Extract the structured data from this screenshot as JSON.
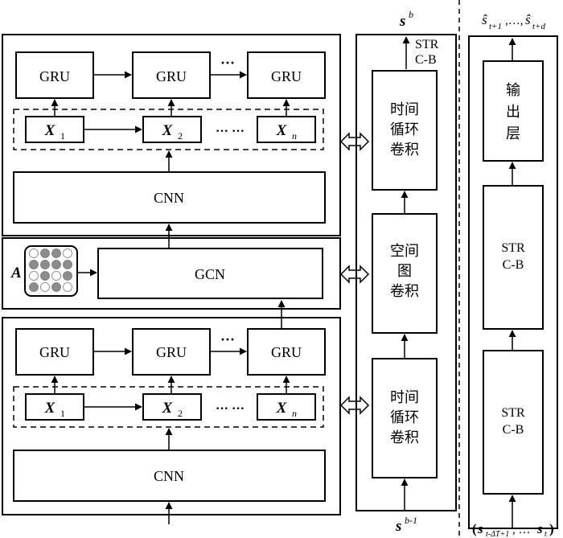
{
  "top_block": {
    "gru_labels": [
      "GRU",
      "GRU",
      "GRU"
    ],
    "gru_ellipsis": "···",
    "x_labels": [
      {
        "base": "X",
        "sub": "1"
      },
      {
        "base": "X",
        "sub": "2"
      },
      {
        "base": "X",
        "sub": "n"
      }
    ],
    "x_ellipsis": "··· ···",
    "cnn_label": "CNN"
  },
  "middle_block": {
    "a_label": "A",
    "gcn_label": "GCN"
  },
  "bottom_block": {
    "gru_labels": [
      "GRU",
      "GRU",
      "GRU"
    ],
    "gru_ellipsis": "···",
    "x_labels": [
      {
        "base": "X",
        "sub": "1"
      },
      {
        "base": "X",
        "sub": "2"
      },
      {
        "base": "X",
        "sub": "n"
      }
    ],
    "x_ellipsis": "··· ···",
    "cnn_label": "CNN"
  },
  "strcb_column": {
    "output_label": {
      "base": "s",
      "sup": "b"
    },
    "input_label": {
      "base": "s",
      "sup": "b-1"
    },
    "title_line1": "STR",
    "title_line2": "C-B",
    "temporal_conv_top": [
      "时间",
      "循环",
      "卷积"
    ],
    "spatial_conv": [
      "空间",
      "图",
      "卷积"
    ],
    "temporal_conv_bottom": [
      "时间",
      "循环",
      "卷积"
    ]
  },
  "right_column": {
    "output_top": "ŝ",
    "output_top_sub": "t+1",
    "output_mid": ",…,",
    "output_end": "ŝ",
    "output_end_sub": "t+d",
    "output_layer": [
      "输",
      "出",
      "层"
    ],
    "strcb_upper": [
      "STR",
      "C-B"
    ],
    "strcb_lower": [
      "STR",
      "C-B"
    ],
    "input_prefix": "(",
    "input_s1": "s",
    "input_s1_sub": "t-ΔT+1",
    "input_mid": ", … ",
    "input_s2": "s",
    "input_s2_sub": "t",
    "input_suffix": ")"
  }
}
